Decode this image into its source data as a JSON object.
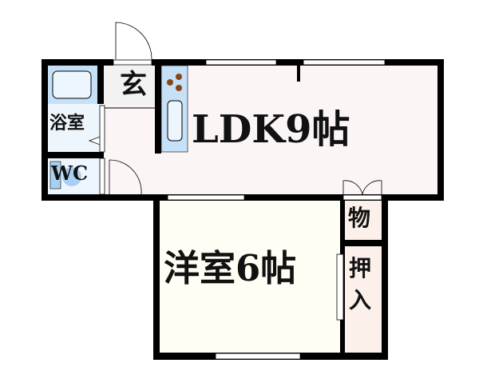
{
  "rooms": {
    "ldk": "LDK9帖",
    "western": "洋室6帖",
    "bath": "浴室",
    "wc": "WC",
    "entrance": "玄",
    "storage": "物",
    "closet_line1": "押",
    "closet_line2": "入"
  },
  "colors": {
    "wall": "#000000",
    "wet_area": "#c5e0f7",
    "ldk_floor": "#fcf5f5",
    "western_floor": "#fffdf4",
    "closet_floor": "#fcf1ea",
    "entrance_floor": "#f2f2f2",
    "stove": "#8b4513"
  }
}
